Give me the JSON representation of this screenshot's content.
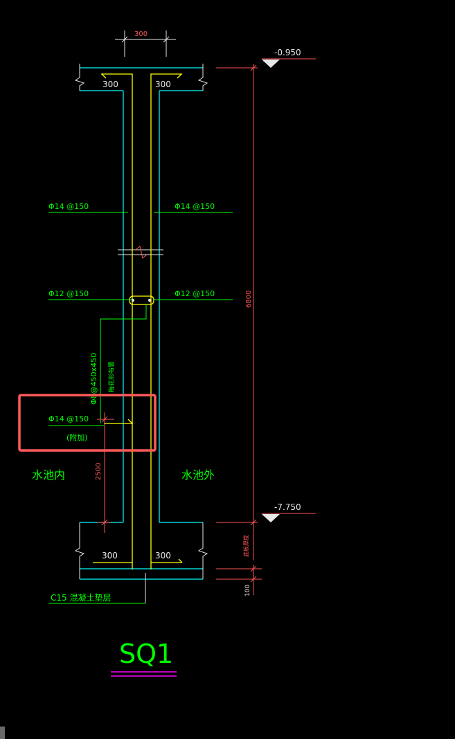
{
  "dimensions": {
    "top_width": "300",
    "top_flange_left": "300",
    "top_flange_right": "300",
    "bottom_flange_left": "300",
    "bottom_flange_right": "300",
    "height": "6800",
    "bottom_segment": "2500",
    "cushion_thickness": "100",
    "slab_thickness": "底板厚度"
  },
  "elevations": {
    "top": "-0.950",
    "bottom": "-7.750"
  },
  "rebar": {
    "left_upper": "Φ14 @150",
    "right_upper": "Φ14 @150",
    "left_middle": "Φ12 @150",
    "right_middle": "Φ12 @150",
    "tie": "Φ8@450x450",
    "tie_note": "梅花形布置",
    "added_bar": "Φ14 @150",
    "added_note": "(附加)"
  },
  "labels": {
    "inside": "水池内",
    "outside": "水池外",
    "cushion": "C15 混凝土垫层",
    "section_name": "SQ1"
  },
  "colors": {
    "background": "#000000",
    "concrete": "#00ffff",
    "rebar": "#ffff00",
    "annotation": "#00ff00",
    "dimension": "#ff5555",
    "frame": "#e8e8e8",
    "highlight": "#ff5a5a",
    "title_underline": "#ff00ff"
  }
}
